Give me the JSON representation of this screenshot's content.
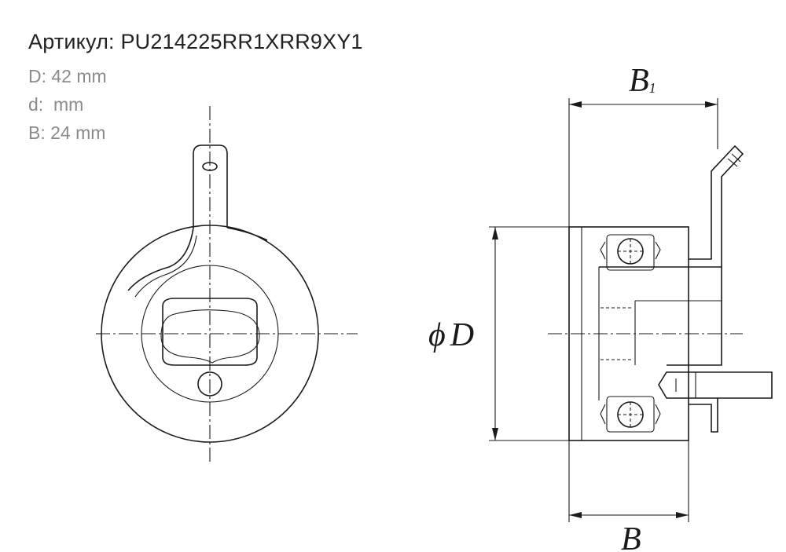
{
  "spec": {
    "article_label": "Артикул:",
    "article_value": "PU214225RR1XRR9XY1",
    "rows": [
      {
        "label": "D:",
        "value": "42 mm"
      },
      {
        "label": "d:",
        "value": "mm"
      },
      {
        "label": "B:",
        "value": "24 mm"
      }
    ]
  },
  "drawing": {
    "dim_b1_main": "B",
    "dim_b1_sub": "1",
    "dim_d_symbol": "ϕ",
    "dim_d_letter": "D",
    "dim_b": "B"
  }
}
